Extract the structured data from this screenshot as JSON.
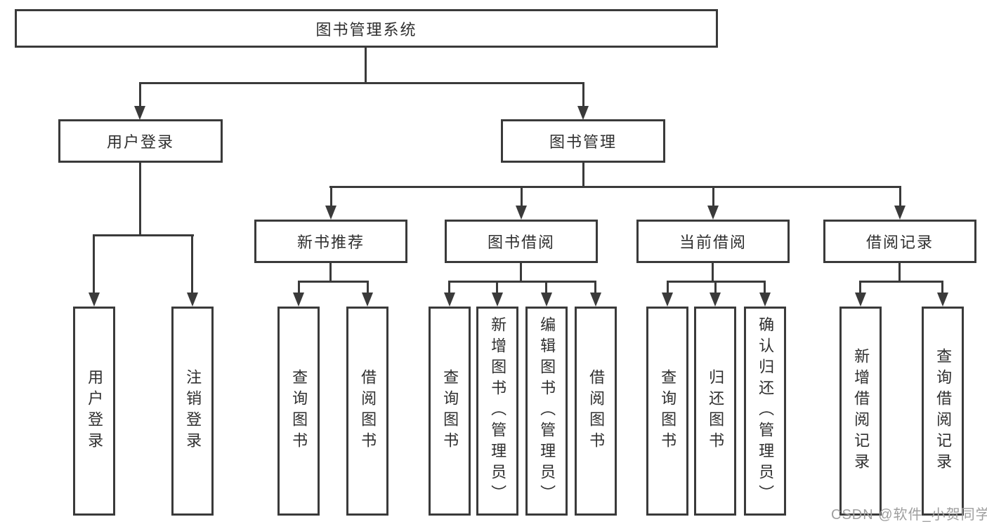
{
  "diagram": {
    "root": {
      "label": "图书管理系统"
    },
    "branches": [
      {
        "label": "用户登录",
        "children": [
          {
            "label": "用户登录"
          },
          {
            "label": "注销登录"
          }
        ]
      },
      {
        "label": "图书管理",
        "children": [
          {
            "label": "新书推荐",
            "children": [
              {
                "label": "查询图书"
              },
              {
                "label": "借阅图书"
              }
            ]
          },
          {
            "label": "图书借阅",
            "children": [
              {
                "label": "查询图书"
              },
              {
                "label": "新增图书（管理员）"
              },
              {
                "label": "编辑图书（管理员）"
              },
              {
                "label": "借阅图书"
              }
            ]
          },
          {
            "label": "当前借阅",
            "children": [
              {
                "label": "查询图书"
              },
              {
                "label": "归还图书"
              },
              {
                "label": "确认归还（管理员）"
              }
            ]
          },
          {
            "label": "借阅记录",
            "children": [
              {
                "label": "新增借阅记录"
              },
              {
                "label": "查询借阅记录"
              }
            ]
          }
        ]
      }
    ]
  },
  "watermark": {
    "text": "CSDN @软件_小贺同学"
  },
  "colors": {
    "line": "#3a3a3a",
    "text": "#2f2f2f",
    "background": "#ffffff",
    "watermark": "#9e9e9e"
  }
}
